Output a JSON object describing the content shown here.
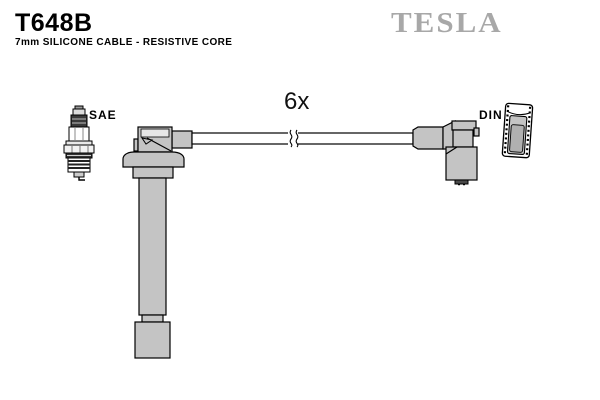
{
  "header": {
    "part_number": "T648B",
    "subtitle": "7mm SILICONE CABLE - RESISTIVE CORE",
    "brand": "TESLA"
  },
  "diagram": {
    "quantity_label": "6x",
    "plug_end_label": "SAE",
    "coil_end_label": "DIN"
  },
  "colors": {
    "background": "#ffffff",
    "line": "#000000",
    "part_gray": "#c4c4c4",
    "part_gray_dark": "#b0b0b0",
    "dark_detail": "#4a4a4a",
    "cable_white": "#ffffff",
    "brand_gray": "#a8a8a8"
  }
}
